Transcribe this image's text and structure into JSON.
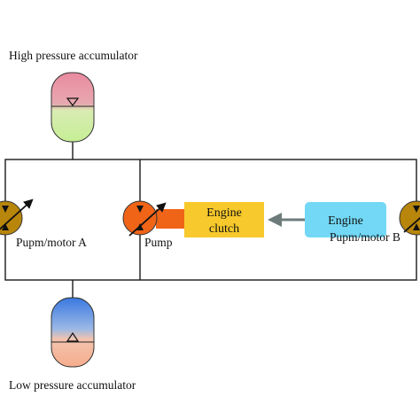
{
  "labels": {
    "high_accumulator": "High pressure accumulator",
    "low_accumulator": "Low pressure accumulator",
    "pump_motor_a": "Pupm/motor A",
    "pump": "Pump",
    "pump_motor_b": "Pupm/motor B"
  },
  "boxes": {
    "engine_clutch_line1": "Engine",
    "engine_clutch_line2": "clutch",
    "engine": "Engine"
  },
  "colors": {
    "line": "#1a1a1a",
    "high_accumulator_top": "#e98aa0",
    "high_accumulator_bottom": "#ccf19e",
    "low_accumulator_top": "#3f7fe0",
    "low_accumulator_bottom": "#f6b397",
    "pump_motor": "#b8860b",
    "pump": "#f06418",
    "engine_clutch_fill": "#f8c92c",
    "engine_fill": "#72d8f6",
    "arrow": "#6e7b7b"
  },
  "icons": {
    "high_accumulator_symbol": "triangle-down-icon",
    "low_accumulator_symbol": "triangle-up-icon",
    "variable_arrow": "diagonal-arrow-icon"
  }
}
